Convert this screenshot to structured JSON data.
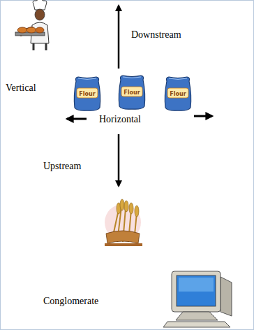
{
  "diagram": {
    "nodes": [
      {
        "text": [
          "Flour"
        ]
      },
      {
        "text": [
          "Flour"
        ]
      },
      {
        "text": [
          "Flour"
        ]
      }
    ],
    "labels": [
      "Downstream",
      "Vertical",
      "Horizontal",
      "Upstream",
      "Conglomerate"
    ]
  }
}
